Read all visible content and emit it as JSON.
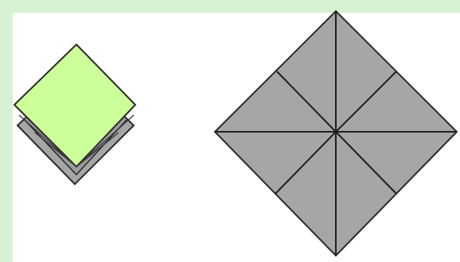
{
  "colors": {
    "page_background": "#d6f1d3",
    "canvas_background": "#ffffff",
    "folded_top_face": "#ccff99",
    "paper_gray": "#a6a6a6",
    "outline": "#2a2a2a"
  },
  "figures": [
    {
      "name": "folded-paper-square",
      "shape": "diamond",
      "layers": 2,
      "top_face_color": "#ccff99"
    },
    {
      "name": "unfolded-paper-square",
      "shape": "diamond",
      "fold_lines": 8,
      "face_color": "#a6a6a6"
    }
  ]
}
